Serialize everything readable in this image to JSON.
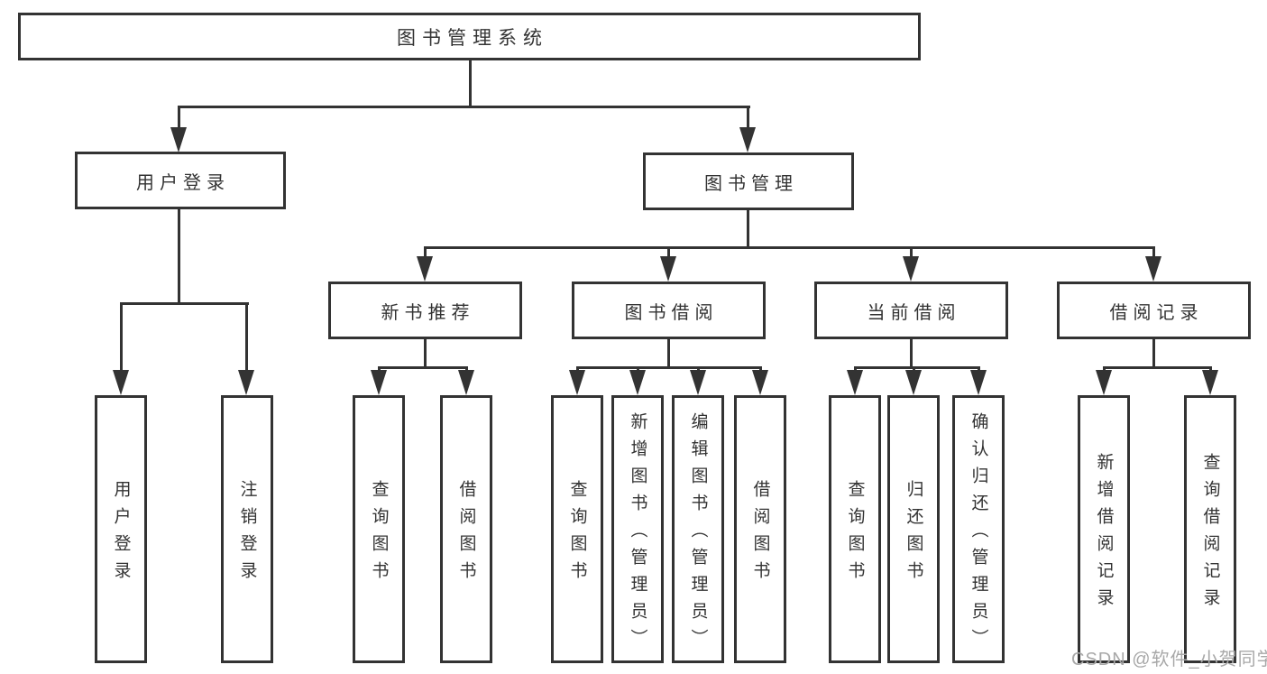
{
  "nodes": {
    "root": "图书管理系统",
    "level1": {
      "user_login": "用户登录",
      "book_mgmt": "图书管理"
    },
    "level2": {
      "new_book": "新书推荐",
      "book_borrow": "图书借阅",
      "current_borrow": "当前借阅",
      "borrow_record": "借阅记录"
    },
    "leaves": {
      "user_login": [
        "用户登录",
        "注销登录"
      ],
      "new_book": [
        "查询图书",
        "借阅图书"
      ],
      "book_borrow": [
        "查询图书",
        "新增图书（管理员）",
        "编辑图书（管理员）",
        "借阅图书"
      ],
      "current_borrow": [
        "查询图书",
        "归还图书",
        "确认归还（管理员）"
      ],
      "borrow_record": [
        "新增借阅记录",
        "查询借阅记录"
      ]
    }
  },
  "watermark": "CSDN @软件_小贺同学",
  "colors": {
    "line": "#333333",
    "text": "#333333",
    "wm": "#a8a8a8",
    "bg": "#ffffff"
  }
}
